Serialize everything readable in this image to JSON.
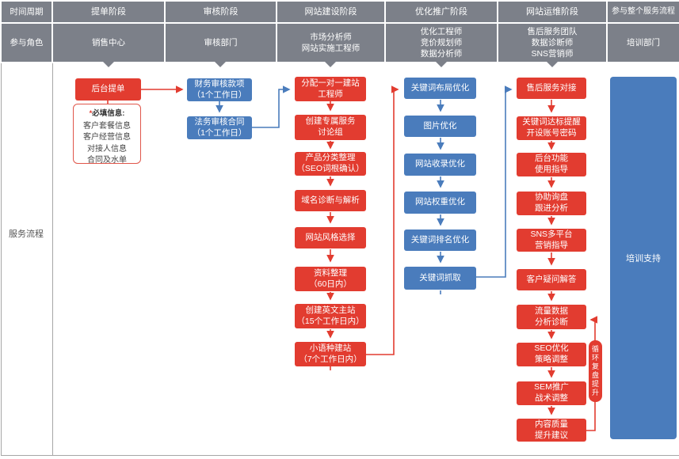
{
  "colors": {
    "red": "#e23c30",
    "blue": "#4a7cbc",
    "header_gray": "#7c8089",
    "line_gray": "#a6a6a6"
  },
  "header": {
    "corner_row1": "时间周期",
    "corner_row2": "参与角色",
    "stages": [
      "提单阶段",
      "审核阶段",
      "网站建设阶段",
      "优化推广阶段",
      "网站运维阶段",
      "参与整个服务流程"
    ],
    "roles": [
      "销售中心",
      "审核部门",
      "市场分析师\n网站实施工程师",
      "优化工程师\n竞价规划师\n数据分析师",
      "售后服务团队\n数据诊断师\nSNS营销师",
      "培训部门"
    ]
  },
  "side_label": "服务流程",
  "flow": {
    "col1": {
      "boxes": [
        "后台提单"
      ],
      "note": {
        "asterisk": "*",
        "title": "必填信息:",
        "lines": "客户套餐信息\n客户经营信息\n对接人信息\n合同及水单"
      }
    },
    "col2": {
      "boxes": [
        "财务审核款项\n（1个工作日）",
        "法务审核合同\n（1个工作日）"
      ]
    },
    "col3": {
      "boxes": [
        "分配一对一建站\n工程师",
        "创建专属服务\n讨论组",
        "产品分类整理\n（SEO词根确认）",
        "域名诊断与解析",
        "网站风格选择",
        "资料整理\n（60日内）",
        "创建英文主站\n（15个工作日内）",
        "小语种建站\n（7个工作日内）"
      ]
    },
    "col4": {
      "boxes": [
        "关键词布局优化",
        "图片优化",
        "网站收录优化",
        "网站权重优化",
        "关键词排名优化",
        "关键词抓取"
      ]
    },
    "col5": {
      "boxes": [
        "售后服务对接",
        "关键词达标提醒\n开设账号密码",
        "后台功能\n使用指导",
        "协助询盘\n跟进分析",
        "SNS多平台\n营销指导",
        "客户疑问解答",
        "流量数据\n分析诊断",
        "SEO优化\n策略调整",
        "SEM推广\n战术调整",
        "内容质量\n提升建议"
      ],
      "loop_label": "循环复盘提升"
    },
    "col6": {
      "label": "培训支持"
    }
  }
}
